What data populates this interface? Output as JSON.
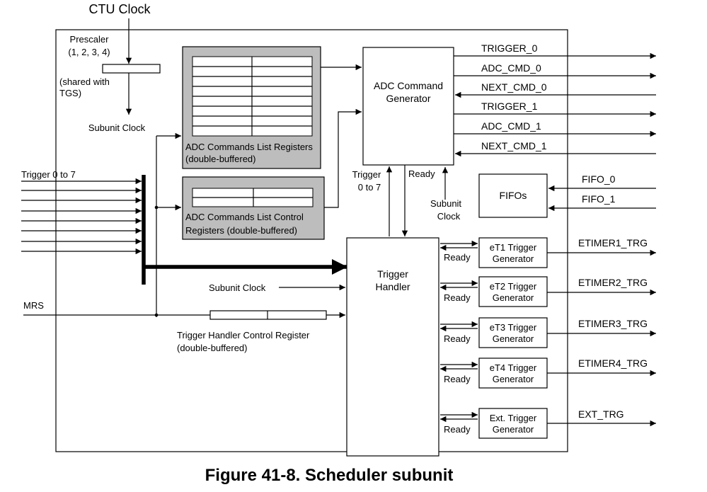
{
  "caption": "Figure 41-8. Scheduler subunit",
  "clock": {
    "ctu_clock": "CTU Clock",
    "prescaler_line1": "Prescaler",
    "prescaler_line2": "(1, 2, 3, 4)",
    "shared_line1": "(shared with",
    "shared_line2": "TGS)",
    "subunit_clock": "Subunit Clock"
  },
  "registers": {
    "cmd_list_line1": "ADC Commands List Registers",
    "cmd_list_line2": "(double-buffered)",
    "cmd_ctrl_line1": "ADC Commands List Control",
    "cmd_ctrl_line2": "Registers (double-buffered)",
    "th_ctrl_line1": "Trigger Handler Control Register",
    "th_ctrl_line2": "(double-buffered)"
  },
  "blocks": {
    "adc_gen_line1": "ADC Command",
    "adc_gen_line2": "Generator",
    "trigger_handler_line1": "Trigger",
    "trigger_handler_line2": "Handler",
    "fifos": "FIFOs",
    "generators": [
      {
        "line1": "eT1 Trigger",
        "line2": "Generator",
        "output": "ETIMER1_TRG"
      },
      {
        "line1": "eT2 Trigger",
        "line2": "Generator",
        "output": "ETIMER2_TRG"
      },
      {
        "line1": "eT3 Trigger",
        "line2": "Generator",
        "output": "ETIMER3_TRG"
      },
      {
        "line1": "eT4 Trigger",
        "line2": "Generator",
        "output": "ETIMER4_TRG"
      },
      {
        "line1": "Ext. Trigger",
        "line2": "Generator",
        "output": "EXT_TRG"
      }
    ]
  },
  "signals": {
    "adc_outputs": [
      "TRIGGER_0",
      "ADC_CMD_0",
      "NEXT_CMD_0",
      "TRIGGER_1",
      "ADC_CMD_1",
      "NEXT_CMD_1"
    ],
    "fifo_inputs": [
      "FIFO_0",
      "FIFO_1"
    ],
    "trigger_in": "Trigger 0 to 7",
    "mrs": "MRS",
    "trigger_mid_line1": "Trigger",
    "trigger_mid_line2": "0 to 7",
    "ready": "Ready",
    "subunit_clock_line1": "Subunit",
    "subunit_clock_line2": "Clock",
    "subunit_clock_in": "Subunit Clock"
  }
}
